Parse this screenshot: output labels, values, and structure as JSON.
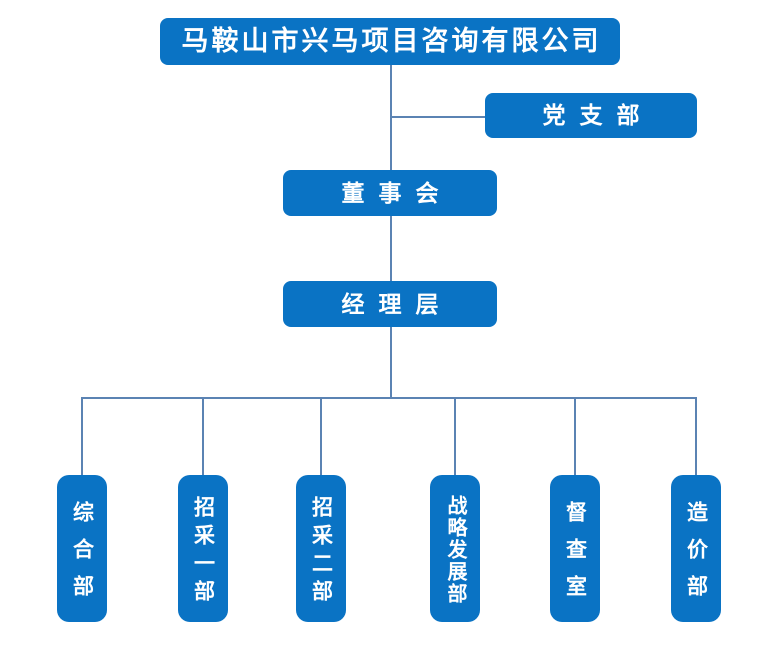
{
  "colors": {
    "node_fill": "#0a73c4",
    "node_text": "#ffffff",
    "connector": "#5b83b3",
    "background": "#ffffff"
  },
  "nodes": {
    "company": {
      "label": "马鞍山市兴马项目咨询有限公司"
    },
    "party_branch": {
      "label": "党支部"
    },
    "board": {
      "label": "董事会"
    },
    "management": {
      "label": "经理层"
    }
  },
  "departments": [
    {
      "label": "综合部"
    },
    {
      "label": "招采一部"
    },
    {
      "label": "招采二部"
    },
    {
      "label": "战略发展部"
    },
    {
      "label": "督查室"
    },
    {
      "label": "造价部"
    }
  ]
}
